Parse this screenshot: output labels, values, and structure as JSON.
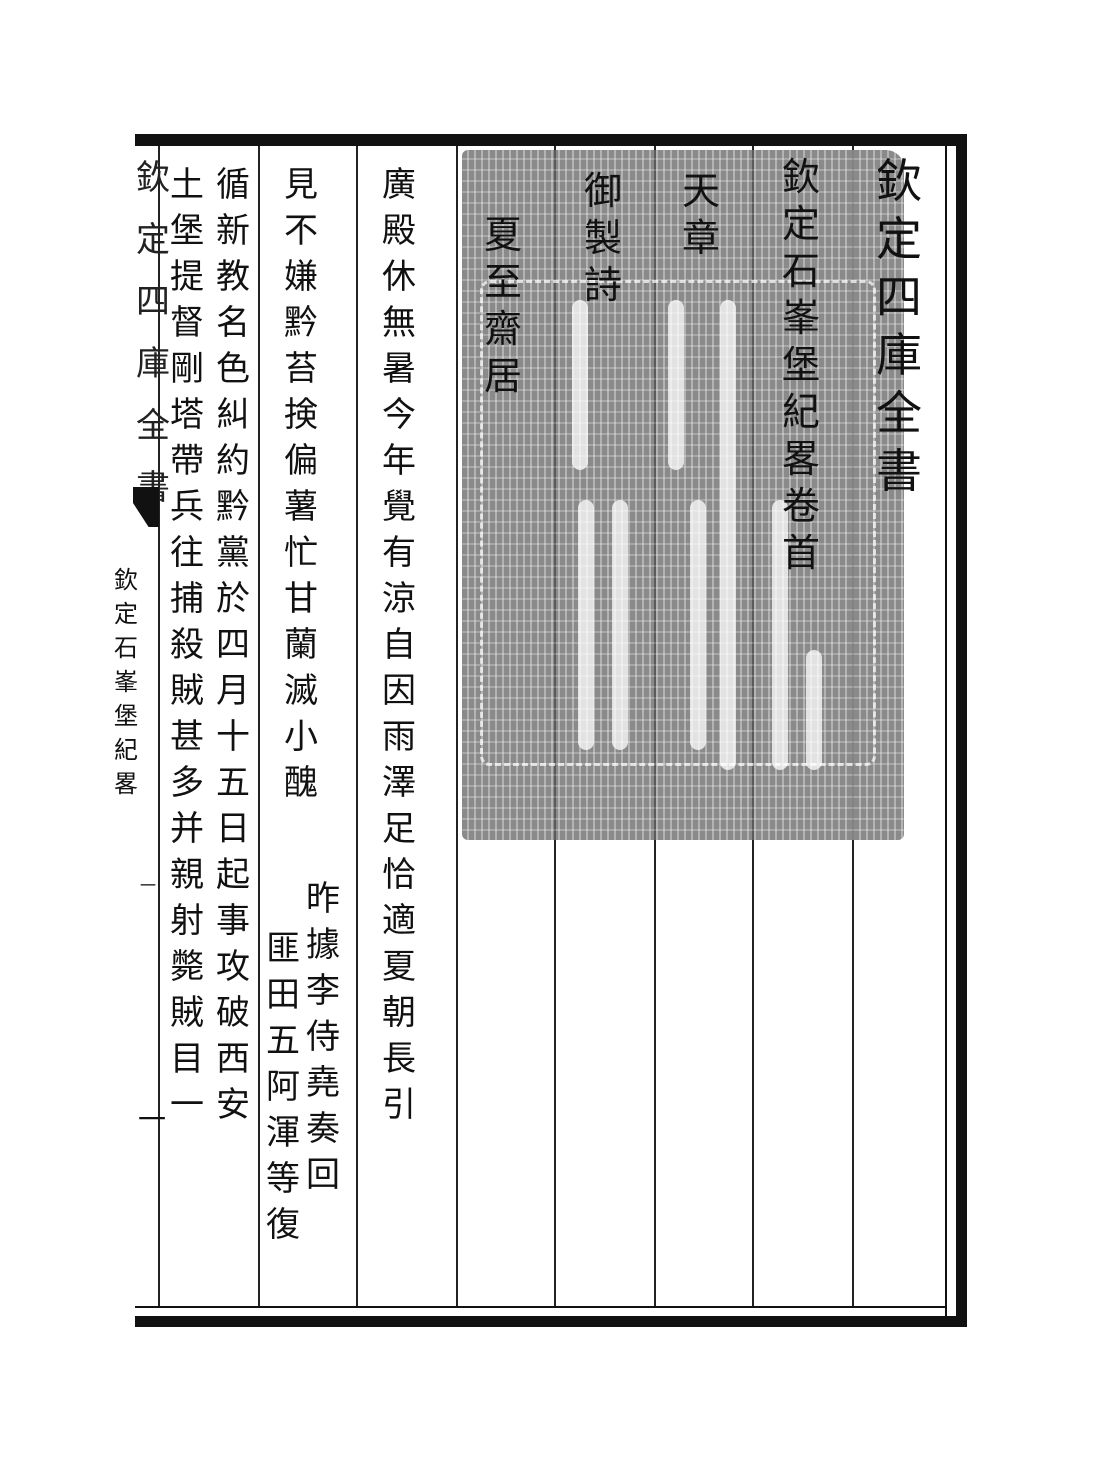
{
  "book_title": "欽定四庫全書",
  "heading": {
    "volume_title": "欽定石峯堡紀畧卷首",
    "tianzhang": "天章",
    "yuzhi": "御製詩",
    "poem_title": "夏至齋居"
  },
  "poem": {
    "line1": "廣殿休無暑今年覺有涼自因雨澤足恰適夏朝長引",
    "line2_top": "見不嫌黔苔𢮦偏薯忙甘蘭滅小醜",
    "line2_note": "昨據李侍堯奏回",
    "line3_top": "循新教名色糾約黔黨於四月十五日起事攻破西安",
    "line3_note": "匪田五阿渾等復",
    "line4": "土堡提督剛塔帶兵往捕殺賊甚多并親射斃賊目一"
  },
  "margin": {
    "title": "欽定四庫全書",
    "caption": "欽定石峯堡紀畧",
    "page_number": "一",
    "juan_mark": "一"
  }
}
